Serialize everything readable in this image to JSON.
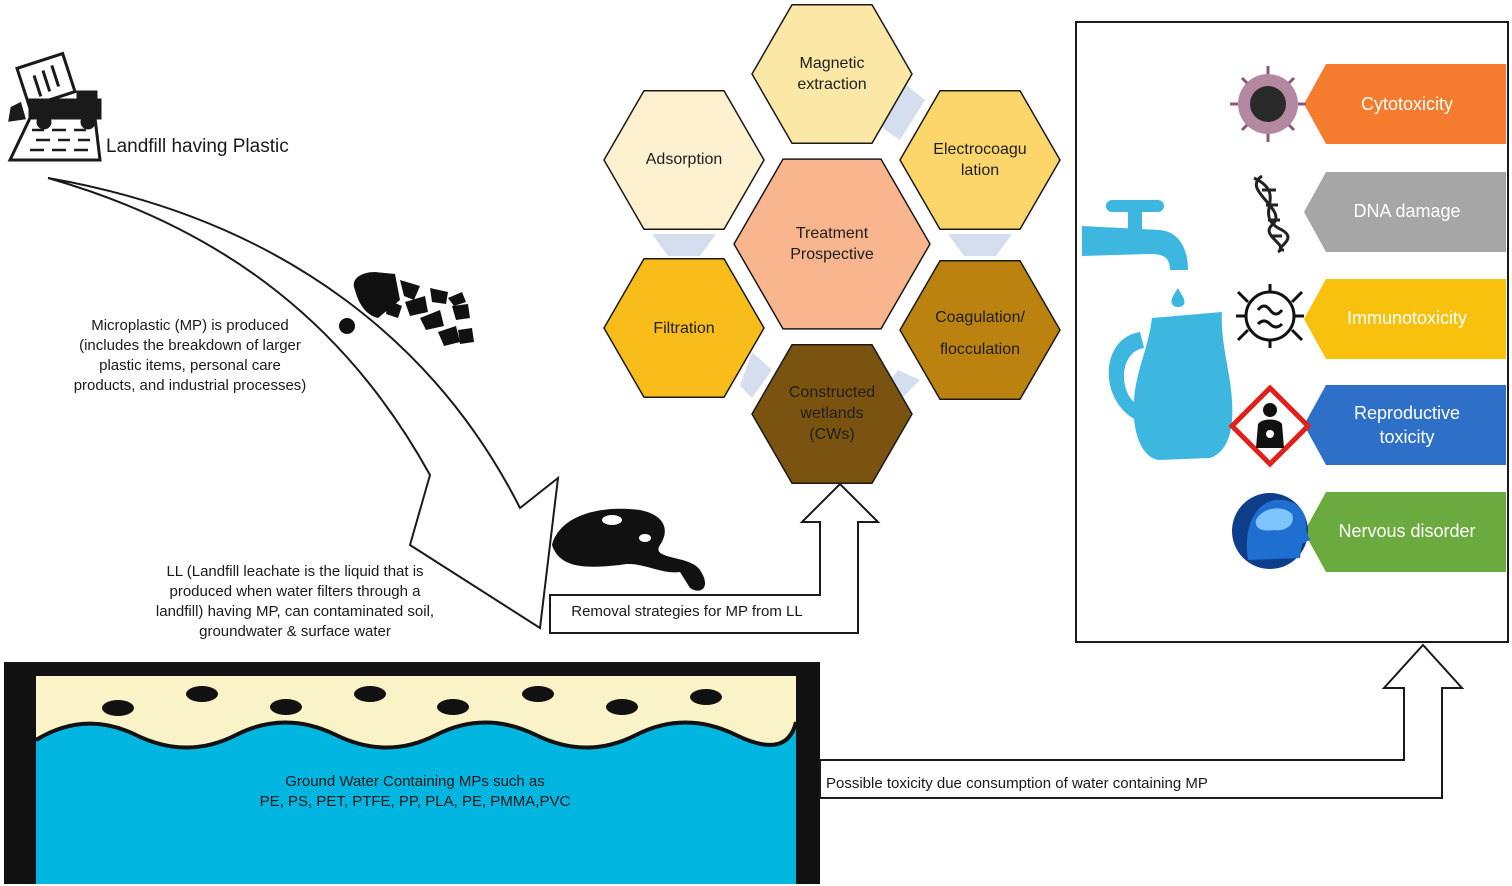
{
  "landfill": {
    "label": "Landfill having Plastic",
    "icon": "dump-truck-landfill-icon"
  },
  "microplastic_note": {
    "lines": [
      "Microplastic (MP) is produced",
      "(includes the breakdown of larger",
      "plastic items, personal care",
      "products, and industrial processes)"
    ]
  },
  "leachate_note": {
    "lines": [
      "LL (Landfill leachate is the liquid that is",
      "produced when water filters through a",
      "landfill) having MP, can contaminated soil,",
      "groundwater & surface water"
    ]
  },
  "removal_label": "Removal strategies for MP from LL",
  "treatment": {
    "center": {
      "lines": [
        "Treatment",
        "Prospective"
      ],
      "color": "#F8B58E"
    },
    "methods": [
      {
        "id": "magnetic",
        "lines": [
          "Magnetic",
          "extraction"
        ],
        "color": "#FCE8A6"
      },
      {
        "id": "electrocoagulation",
        "lines": [
          "Electrocoagu",
          "lation"
        ],
        "color": "#FCD66B"
      },
      {
        "id": "coagulation",
        "lines": [
          "Coagulation/",
          "flocculation"
        ],
        "color": "#BC8210"
      },
      {
        "id": "wetlands",
        "lines": [
          "Constructed",
          "wetlands",
          "(CWs)"
        ],
        "color": "#7A5310"
      },
      {
        "id": "filtration",
        "lines": [
          "Filtration"
        ],
        "color": "#F8BD1A"
      },
      {
        "id": "adsorption",
        "lines": [
          "Adsorption"
        ],
        "color": "#FDF1D0"
      }
    ]
  },
  "groundwater": {
    "lines": [
      "Ground Water Containing MPs such as",
      "PE, PS, PET, PTFE, PP, PLA, PE, PMMA,PVC"
    ],
    "water_color": "#00B6E0",
    "soil_color": "#FBF3C8"
  },
  "toxicity_label": "Possible toxicity due consumption of water containing MP",
  "toxicity": [
    {
      "id": "cytotoxicity",
      "label": "Cytotoxicity",
      "color": "#F57C2E",
      "icon": "virus-cell-icon"
    },
    {
      "id": "dna",
      "label": "DNA damage",
      "color": "#A6A6A6",
      "icon": "dna-helix-icon"
    },
    {
      "id": "immuno",
      "label": "Immunotoxicity",
      "color": "#F8C10E",
      "icon": "immune-cell-icon"
    },
    {
      "id": "reproductive",
      "lines": [
        "Reproductive",
        "toxicity"
      ],
      "color": "#2E6FC7",
      "icon": "health-hazard-icon"
    },
    {
      "id": "nervous",
      "label": "Nervous disorder",
      "color": "#6BAA3F",
      "icon": "human-brain-icon"
    }
  ],
  "tap_color": "#3EB7E0"
}
